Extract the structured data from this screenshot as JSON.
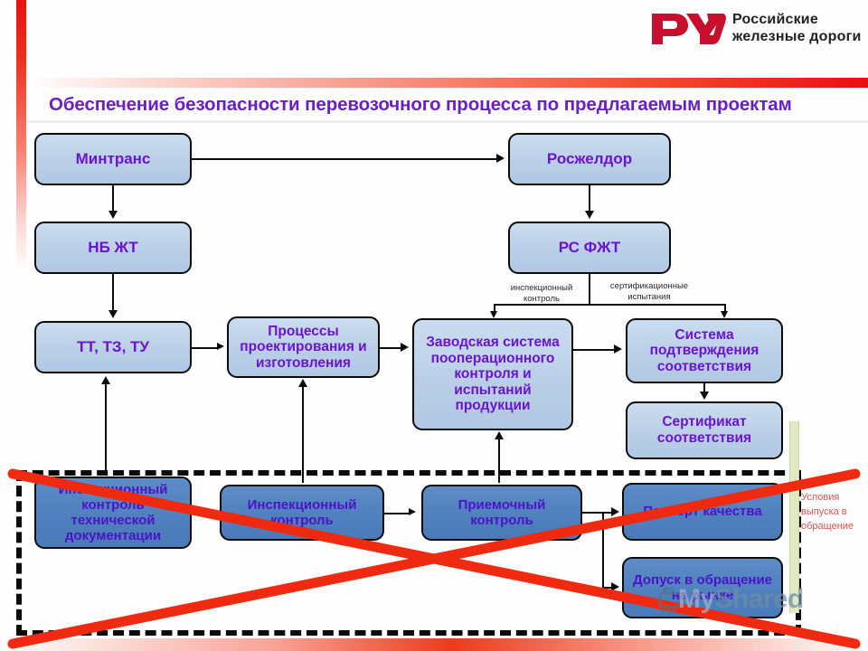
{
  "header": {
    "logo_mark": "rzd-logo-mark",
    "logo_line1": "Российские",
    "logo_line2": "железные дороги"
  },
  "title": "Обеспечение безопасности перевозочного процесса по предлагаемым проектам",
  "colors": {
    "title_purple": "#6a1fc4",
    "node_text_purple": "#6a14d0",
    "node_light_fill": "#bacfe7",
    "node_dark_fill": "#4f80bd",
    "accent_red": "#e81010",
    "condition_red": "#d9534f",
    "green_bar": "#dfeac2",
    "strike_red": "#f02a11"
  },
  "nodes": {
    "mintrans": "Минтранс",
    "roszheldor": "Росжелдор",
    "nb_zht": "НБ ЖТ",
    "rs_fzht": "РС ФЖТ",
    "tt_tz_tu": "ТТ, ТЗ, ТУ",
    "design_processes": "Процессы проектирования и изготовления",
    "factory_system": "Заводская система пооперационного контроля и испытаний продукции",
    "conformity_system": "Система подтверждения соответствия",
    "certificate": "Сертификат соответствия",
    "doc_inspection": "Инспекционный контроль технической документации",
    "inspection": "Инспекционный контроль",
    "acceptance": "Приемочный контроль",
    "quality_passport": "Паспорт качества",
    "market_admission": "Допуск в обращение на рынке"
  },
  "edge_labels": {
    "inspection_control": "инспекционный\nконтроль",
    "certification_tests": "сертификационные\nиспытания"
  },
  "condition_note": "Условия выпуска в обращение",
  "watermark": {
    "my": "My",
    "shared": "Shared",
    "icon": "camera-icon"
  }
}
